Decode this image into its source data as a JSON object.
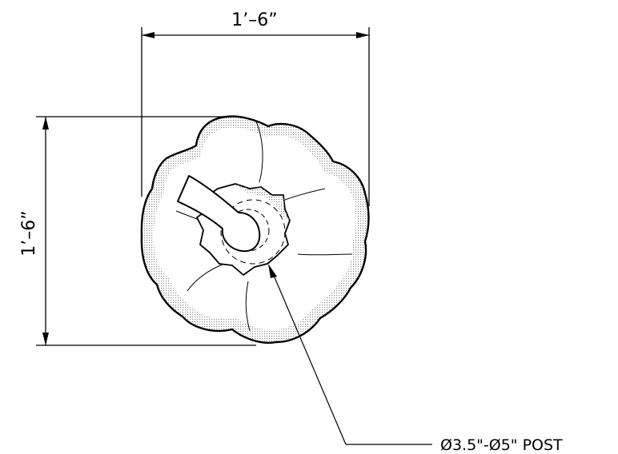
{
  "dimensions": {
    "width_label": "1’–6”",
    "height_label": "1’–6”"
  },
  "callout": {
    "label": "Ø3.5\"-Ø5\" POST"
  },
  "colors": {
    "line": "#000000",
    "shading": "#bdbdbd",
    "background": "#ffffff"
  }
}
